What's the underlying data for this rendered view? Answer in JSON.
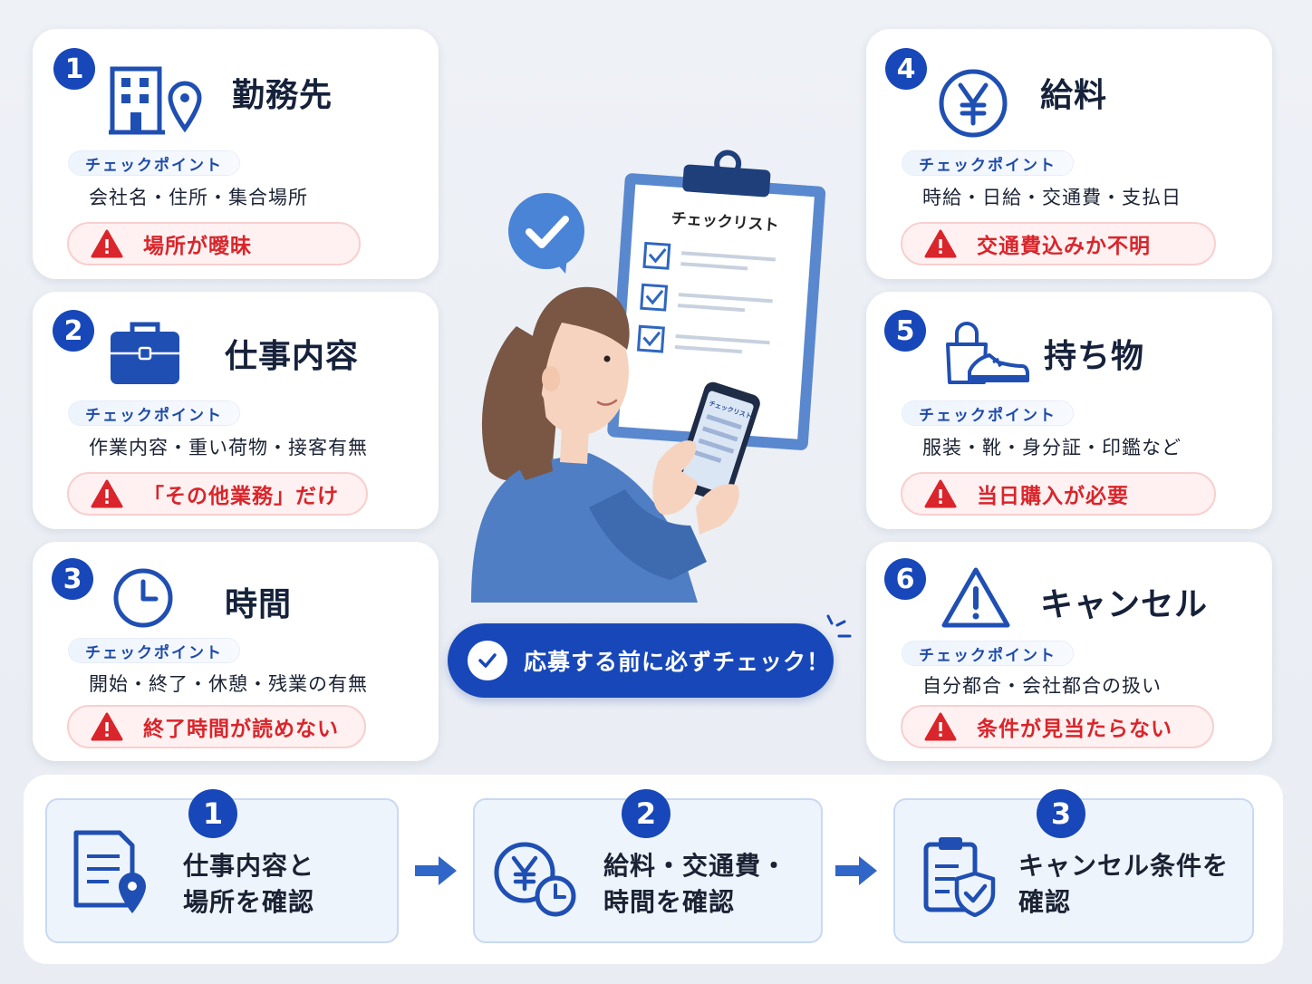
{
  "checkpoint_label": "チェックポイント",
  "cards": [
    {
      "num": "1",
      "title": "勤務先",
      "points": "会社名・住所・集合場所",
      "warning": "場所が曖昧"
    },
    {
      "num": "2",
      "title": "仕事内容",
      "points": "作業内容・重い荷物・接客有無",
      "warning": "「その他業務」だけ"
    },
    {
      "num": "3",
      "title": "時間",
      "points": "開始・終了・休憩・残業の有無",
      "warning": "終了時間が読めない"
    },
    {
      "num": "4",
      "title": "給料",
      "points": "時給・日給・交通費・支払日",
      "warning": "交通費込みか不明"
    },
    {
      "num": "5",
      "title": "持ち物",
      "points": "服装・靴・身分証・印鑑など",
      "warning": "当日購入が必要"
    },
    {
      "num": "6",
      "title": "キャンセル",
      "points": "自分都合・会社都合の扱い",
      "warning": "条件が見当たらない"
    }
  ],
  "clipboard": {
    "title": "チェックリスト"
  },
  "phone_label": "チェックリスト",
  "cta": {
    "label": "応募する前に必ずチェック！"
  },
  "steps": [
    {
      "num": "1",
      "line1": "仕事内容と",
      "line2": "場所を確認"
    },
    {
      "num": "2",
      "line1": "給料・交通費・",
      "line2": "時間を確認"
    },
    {
      "num": "3",
      "line1": "キャンセル条件を",
      "line2": "確認"
    }
  ],
  "colors": {
    "primary": "#1747b8",
    "warning": "#d9252b",
    "warning_bg": "#fff1f1"
  }
}
